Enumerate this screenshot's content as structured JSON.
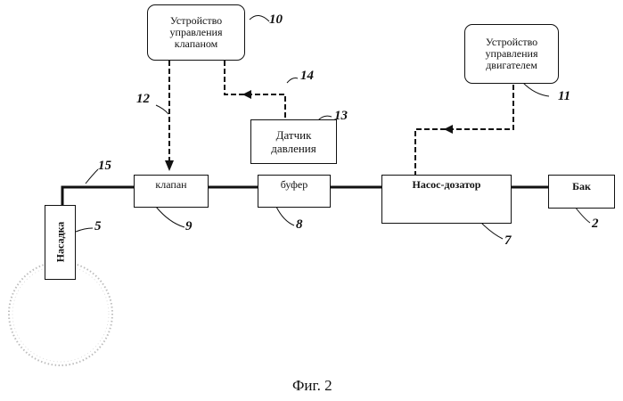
{
  "boxes": {
    "valve_controller": "Устройство\nуправления\nклапаном",
    "motor_controller": "Устройство\nуправления\nдвигателем",
    "pressure_sensor": "Датчик\nдавления",
    "valve": "клапан",
    "buffer": "буфер",
    "pump": "Насос-дозатор",
    "tank": "Бак",
    "nozzle": "Насадка"
  },
  "numbers": {
    "n10": "10",
    "n11": "11",
    "n12": "12",
    "n13": "13",
    "n14": "14",
    "n15": "15",
    "n9": "9",
    "n8": "8",
    "n7": "7",
    "n5": "5",
    "n2": "2"
  },
  "caption": "Фиг. 2"
}
